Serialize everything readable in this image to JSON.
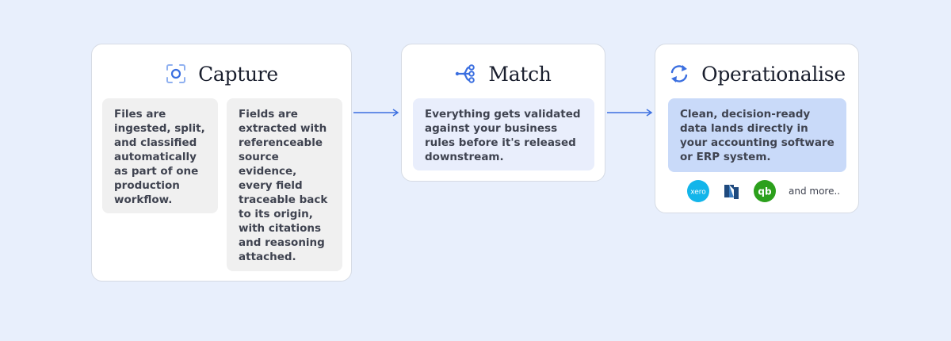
{
  "colors": {
    "background": "#e8effc",
    "arrow": "#3b6fe0",
    "icon_blue": "#3b6fe0",
    "xero": "#13b5ea",
    "quickbooks": "#2ca01c",
    "netsuite": "#1f4a7e"
  },
  "steps": [
    {
      "title": "Capture",
      "icon": "capture-icon",
      "boxes": [
        "Files are ingested, split, and classified automatically as part of one production workflow.",
        "Fields are extracted with referenceable source evidence, every field traceable back to its origin, with citations and reasoning attached."
      ]
    },
    {
      "title": "Match",
      "icon": "match-icon",
      "boxes": [
        "Everything gets validated against your business rules before it's released downstream."
      ]
    },
    {
      "title": "Operationalise",
      "icon": "sync-icon",
      "boxes": [
        "Clean, decision-ready data lands directly in your accounting software or ERP system."
      ],
      "integrations": {
        "logos": [
          "xero",
          "netsuite",
          "quickbooks"
        ],
        "xero_logo_text": "xero",
        "quickbooks_logo_text": "qb",
        "more_label": "and more.."
      }
    }
  ]
}
